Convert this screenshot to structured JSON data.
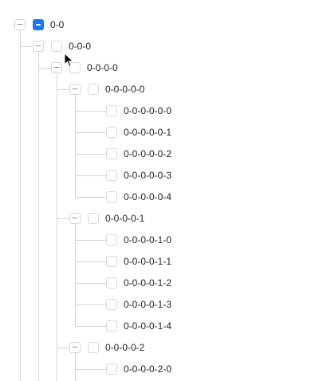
{
  "tree": {
    "checkbox_color": "#1677ff",
    "line_color": "#d4d4d4",
    "nodes": [
      {
        "label": "0-0",
        "level": 0,
        "expanded": true,
        "check_state": "indeterminate"
      },
      {
        "label": "0-0-0",
        "level": 1,
        "expanded": true,
        "check_state": "unchecked"
      },
      {
        "label": "0-0-0-0",
        "level": 2,
        "expanded": true,
        "check_state": "unchecked"
      },
      {
        "label": "0-0-0-0-0",
        "level": 3,
        "expanded": true,
        "check_state": "unchecked"
      },
      {
        "label": "0-0-0-0-0-0",
        "level": 4,
        "leaf": true,
        "check_state": "unchecked"
      },
      {
        "label": "0-0-0-0-0-1",
        "level": 4,
        "leaf": true,
        "check_state": "unchecked"
      },
      {
        "label": "0-0-0-0-0-2",
        "level": 4,
        "leaf": true,
        "check_state": "unchecked"
      },
      {
        "label": "0-0-0-0-0-3",
        "level": 4,
        "leaf": true,
        "check_state": "unchecked"
      },
      {
        "label": "0-0-0-0-0-4",
        "level": 4,
        "leaf": true,
        "check_state": "unchecked"
      },
      {
        "label": "0-0-0-0-1",
        "level": 3,
        "expanded": true,
        "check_state": "unchecked"
      },
      {
        "label": "0-0-0-0-1-0",
        "level": 4,
        "leaf": true,
        "check_state": "unchecked"
      },
      {
        "label": "0-0-0-0-1-1",
        "level": 4,
        "leaf": true,
        "check_state": "unchecked"
      },
      {
        "label": "0-0-0-0-1-2",
        "level": 4,
        "leaf": true,
        "check_state": "unchecked"
      },
      {
        "label": "0-0-0-0-1-3",
        "level": 4,
        "leaf": true,
        "check_state": "unchecked"
      },
      {
        "label": "0-0-0-0-1-4",
        "level": 4,
        "leaf": true,
        "check_state": "unchecked"
      },
      {
        "label": "0-0-0-0-2",
        "level": 3,
        "expanded": true,
        "check_state": "unchecked"
      },
      {
        "label": "0-0-0-0-2-0",
        "level": 4,
        "leaf": true,
        "check_state": "unchecked"
      }
    ]
  }
}
